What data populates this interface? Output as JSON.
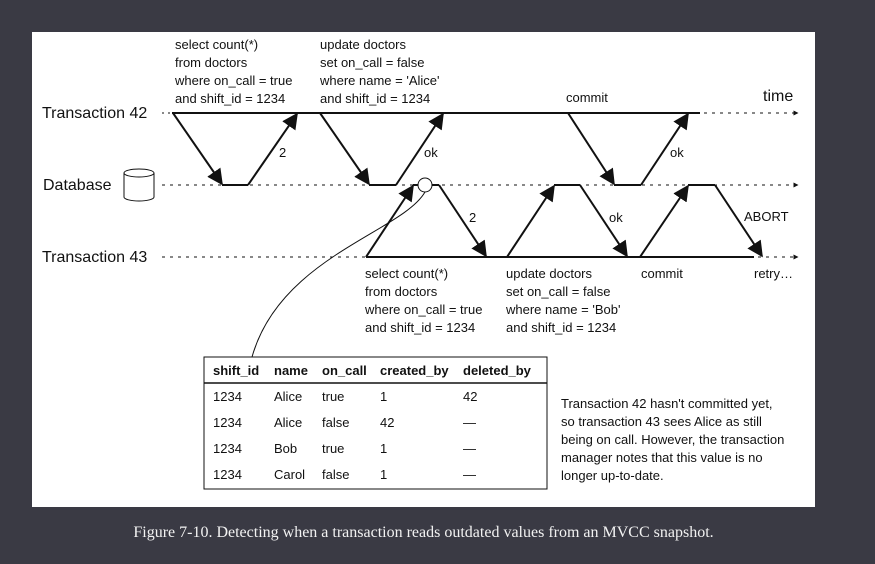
{
  "rows": {
    "t42": "Transaction 42",
    "db": "Database",
    "t43": "Transaction 43"
  },
  "time_label": "time",
  "t42": {
    "query1": [
      "select count(*)",
      "from doctors",
      "where on_call = true",
      "and shift_id = 1234"
    ],
    "query2": [
      "update doctors",
      "set on_call = false",
      "where name = 'Alice'",
      "and shift_id = 1234"
    ],
    "commit": "commit",
    "resp1": "2",
    "resp2": "ok",
    "resp3": "ok"
  },
  "t43": {
    "query1": [
      "select count(*)",
      "from doctors",
      "where on_call = true",
      "and shift_id = 1234"
    ],
    "query2": [
      "update doctors",
      "set on_call = false",
      "where name = 'Bob'",
      "and shift_id = 1234"
    ],
    "commit": "commit",
    "retry": "retry…",
    "resp1": "2",
    "resp2": "ok",
    "abort": "ABORT"
  },
  "table": {
    "headers": [
      "shift_id",
      "name",
      "on_call",
      "created_by",
      "deleted_by"
    ],
    "rows": [
      [
        "1234",
        "Alice",
        "true",
        "1",
        "42"
      ],
      [
        "1234",
        "Alice",
        "false",
        "42",
        "—"
      ],
      [
        "1234",
        "Bob",
        "true",
        "1",
        "—"
      ],
      [
        "1234",
        "Carol",
        "false",
        "1",
        "—"
      ]
    ]
  },
  "note": [
    "Transaction 42 hasn't committed yet,",
    "so transaction 43 sees Alice as still",
    "being on call. However, the transaction",
    "manager notes that this value is no",
    "longer up-to-date."
  ],
  "caption": "Figure 7-10. Detecting when a transaction reads outdated values from an MVCC snapshot.",
  "colors": {
    "background": "#3a3a44",
    "figure": "#ffffff",
    "ink": "#111111",
    "caption": "#f2f2f2"
  }
}
